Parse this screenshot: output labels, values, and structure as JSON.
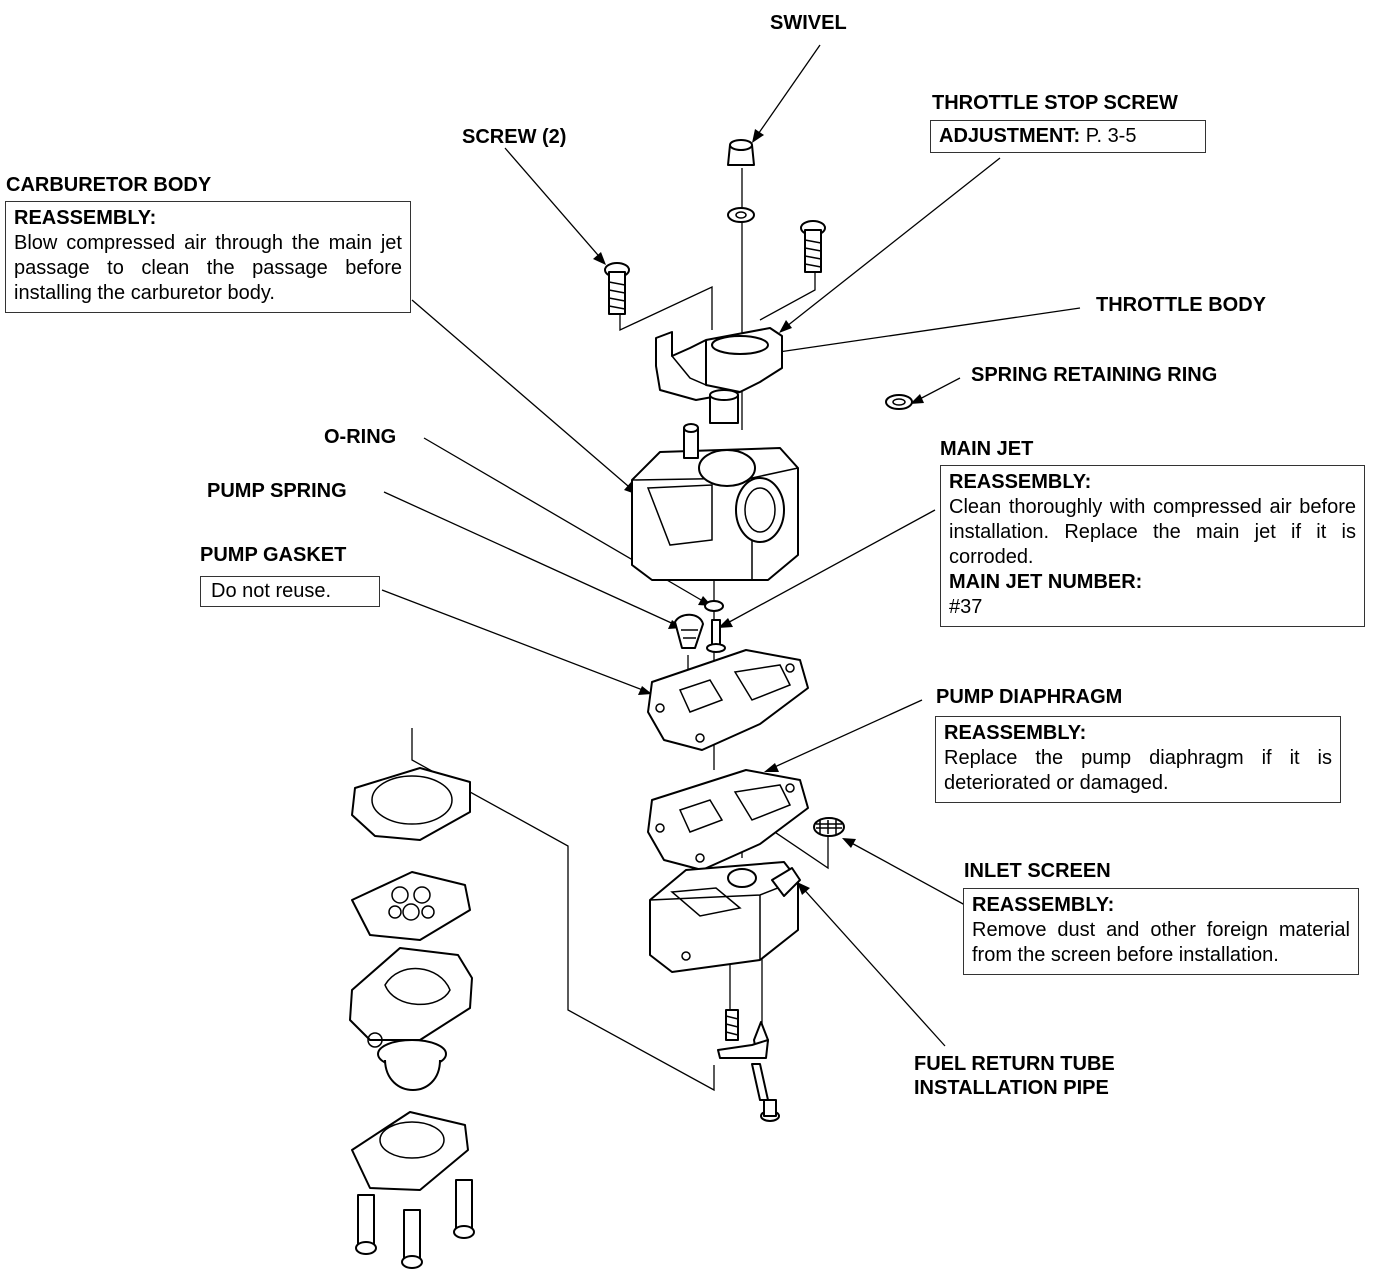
{
  "labels": {
    "swivel": "SWIVEL",
    "throttle_stop_screw": "THROTTLE STOP SCREW",
    "screw": "SCREW (2)",
    "carburetor_body": "CARBURETOR BODY",
    "throttle_body": "THROTTLE BODY",
    "spring_retaining_ring": "SPRING RETAINING RING",
    "o_ring": "O-RING",
    "main_jet": "MAIN JET",
    "pump_spring": "PUMP SPRING",
    "pump_gasket": "PUMP GASKET",
    "pump_diaphragm": "PUMP DIAPHRAGM",
    "inlet_screen": "INLET SCREEN",
    "fuel_return_tube_1": "FUEL RETURN TUBE",
    "fuel_return_tube_2": "INSTALLATION PIPE"
  },
  "boxes": {
    "throttle_stop": {
      "heading": "ADJUSTMENT:",
      "text": "P. 3-5"
    },
    "carburetor_body": {
      "heading": "REASSEMBLY:",
      "text": "Blow compressed air through the main jet passage to clean the passage before installing the carburetor body."
    },
    "main_jet": {
      "heading": "REASSEMBLY:",
      "text": "Clean thoroughly with compressed air before installation. Replace the main jet if it is corroded.",
      "heading2": "MAIN JET NUMBER:",
      "value": "#37"
    },
    "pump_gasket": {
      "text": "Do not reuse."
    },
    "pump_diaphragm": {
      "heading": "REASSEMBLY:",
      "text": "Replace the pump diaphragm if it is deteriorated or damaged."
    },
    "inlet_screen": {
      "heading": "REASSEMBLY:",
      "text": "Remove dust and other foreign material from the screen before installation."
    }
  },
  "colors": {
    "ink": "#000000",
    "paper": "#ffffff",
    "box_border": "#333333"
  }
}
